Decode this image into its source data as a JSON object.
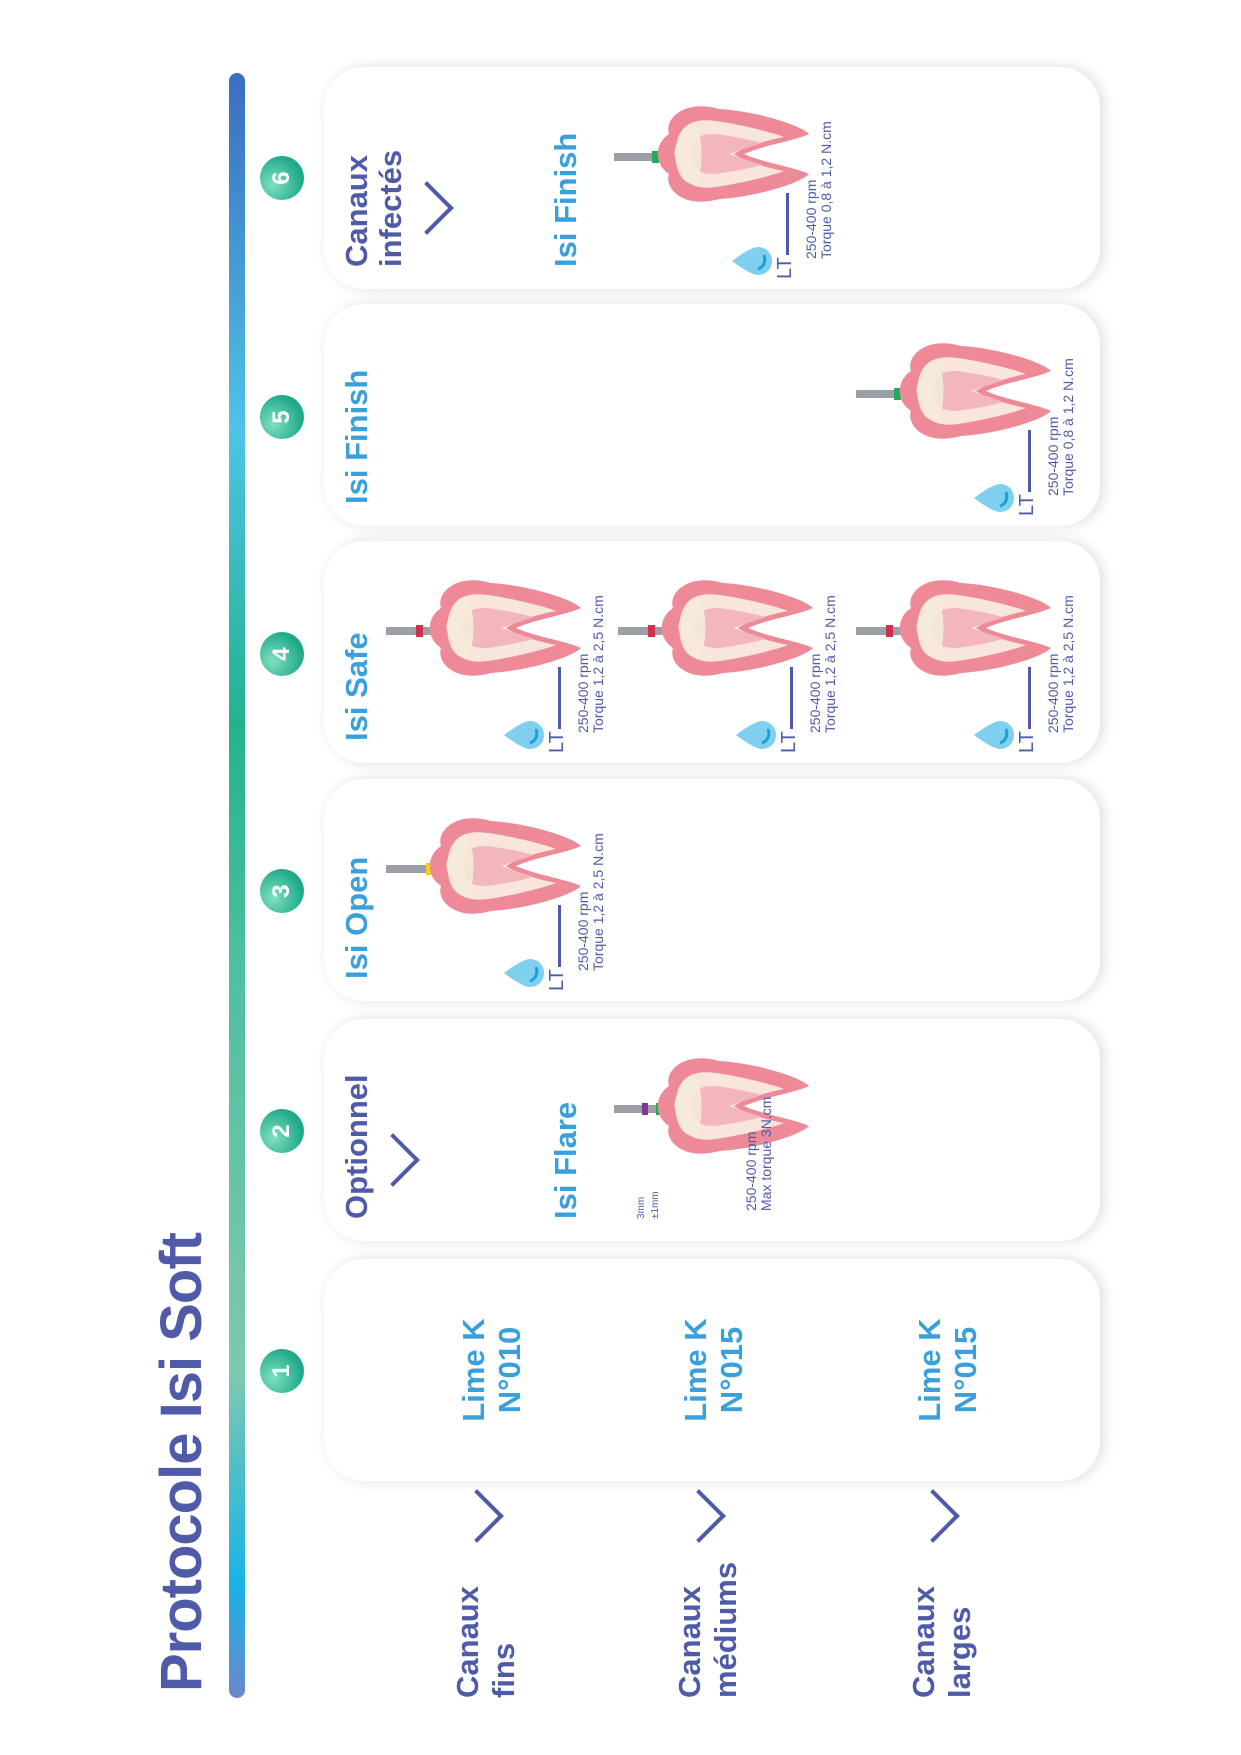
{
  "title": "Protocole Isi Soft",
  "steps": [
    "1",
    "2",
    "3",
    "4",
    "5",
    "6"
  ],
  "rows": [
    {
      "line1": "Canaux",
      "line2": "fins"
    },
    {
      "line1": "Canaux",
      "line2": "médiums"
    },
    {
      "line1": "Canaux",
      "line2": "larges"
    }
  ],
  "card1": {
    "items": [
      {
        "l1": "Lime K",
        "l2": "N°010"
      },
      {
        "l1": "Lime K",
        "l2": "N°015"
      },
      {
        "l1": "Lime K",
        "l2": "N°015"
      }
    ]
  },
  "card2": {
    "header": "Optionnel",
    "tool": "Isi Flare",
    "rpm": "250-400 rpm",
    "torque": "Max torque 3N.cm",
    "dim1": "3mm",
    "dim2": "±1mm"
  },
  "card3": {
    "header": "Isi Open",
    "lt": "LT",
    "rpm": "250-400 rpm",
    "torque": "Torque 1,2 à 2,5 N.cm"
  },
  "card4": {
    "header": "Isi Safe",
    "lt": "LT",
    "rpm": "250-400 rpm",
    "torque": "Torque 1,2 à 2,5 N.cm"
  },
  "card5": {
    "header": "Isi Finish",
    "lt": "LT",
    "rpm": "250-400 rpm",
    "torque": "Torque 0,8 à 1,2 N.cm"
  },
  "card6": {
    "header1": "Canaux",
    "header2": "infectés",
    "tool": "Isi Finish",
    "lt": "LT",
    "rpm": "250-400 rpm",
    "torque": "Torque 0,8 à 1,2 N.cm"
  },
  "colors": {
    "dark_blue": "#4f5ba8",
    "light_blue": "#3aa0dc",
    "ring_red": "#d0304a",
    "ring_yellow": "#e8d21a",
    "ring_green": "#1faa5c",
    "ring_purple": "#7a3a9a"
  }
}
